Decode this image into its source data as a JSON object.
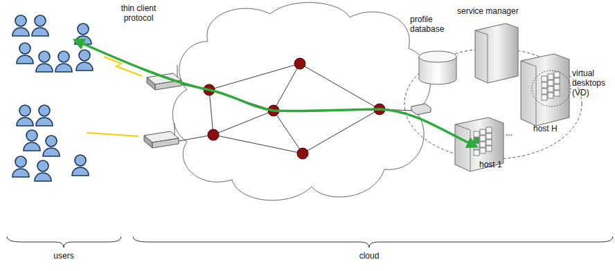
{
  "diagram": {
    "nodes": [
      {
        "text": [
          "profile database"
        ]
      },
      {
        "text": [
          "service manager"
        ]
      },
      {
        "text": [
          "host H"
        ]
      },
      {
        "text": [
          "host 1"
        ]
      }
    ],
    "labels": [
      "thin client protocol",
      "virtual desktops (VD)",
      "...",
      "users",
      "cloud"
    ]
  }
}
